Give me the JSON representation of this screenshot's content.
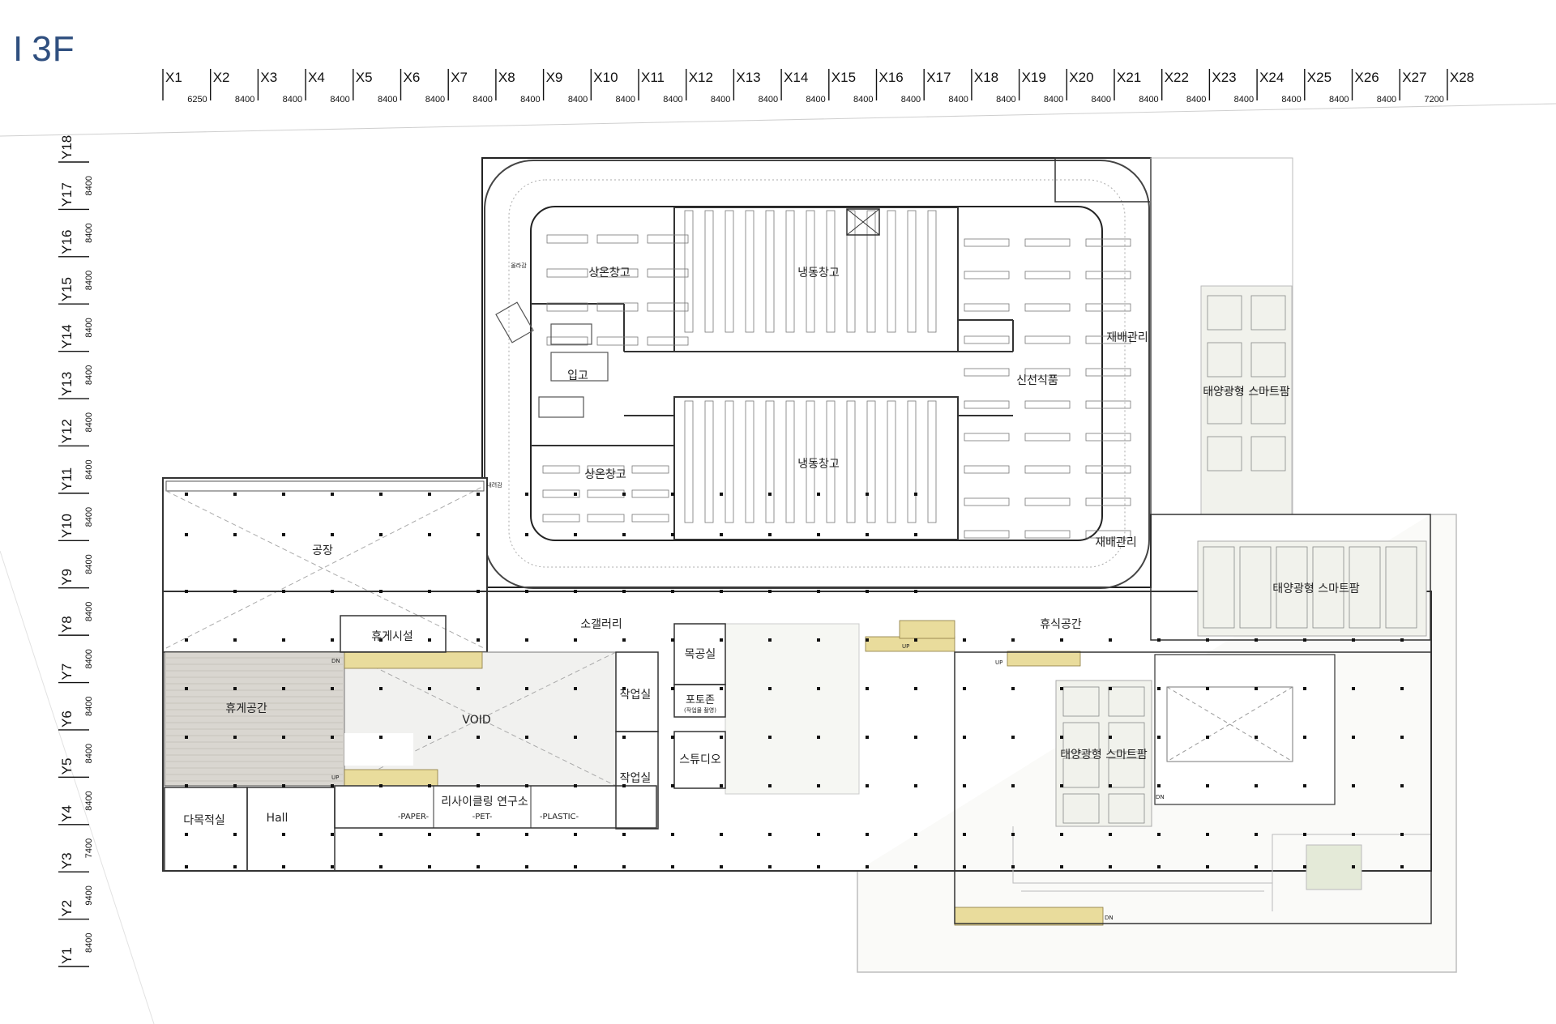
{
  "floor_label": "3F",
  "x_axes": [
    "X1",
    "X2",
    "X3",
    "X4",
    "X5",
    "X6",
    "X7",
    "X8",
    "X9",
    "X10",
    "X11",
    "X12",
    "X13",
    "X14",
    "X15",
    "X16",
    "X17",
    "X18",
    "X19",
    "X20",
    "X21",
    "X22",
    "X23",
    "X24",
    "X25",
    "X26",
    "X27",
    "X28"
  ],
  "x_spacings": [
    "6250",
    "8400",
    "8400",
    "8400",
    "8400",
    "8400",
    "8400",
    "8400",
    "8400",
    "8400",
    "8400",
    "8400",
    "8400",
    "8400",
    "8400",
    "8400",
    "8400",
    "8400",
    "8400",
    "8400",
    "8400",
    "8400",
    "8400",
    "8400",
    "8400",
    "8400",
    "7200"
  ],
  "y_axes": [
    "Y1",
    "Y2",
    "Y3",
    "Y4",
    "Y5",
    "Y6",
    "Y7",
    "Y8",
    "Y9",
    "Y10",
    "Y11",
    "Y12",
    "Y13",
    "Y14",
    "Y15",
    "Y16",
    "Y17",
    "Y18"
  ],
  "y_spacings": [
    "8400",
    "9400",
    "7400",
    "8400",
    "8400",
    "8400",
    "8400",
    "8400",
    "8400",
    "8400",
    "8400",
    "8400",
    "8400",
    "8400",
    "8400",
    "8400",
    "8400"
  ],
  "rooms": {
    "room_temp_storage_1": "상온창고",
    "freezer_storage_1": "냉동창고",
    "inbound": "입고",
    "room_temp_storage_2": "상온창고",
    "freezer_storage_2": "냉동창고",
    "cultivation_mgmt_1": "재배관리",
    "fresh_food": "신선식품",
    "cultivation_mgmt_2": "재배관리",
    "solar_farm_1": "태양광형 스마트팜",
    "solar_farm_2": "태양광형 스마트팜",
    "solar_farm_3": "태양광형 스마트팜",
    "factory": "공장",
    "rest_facility": "휴게시설",
    "small_gallery": "소갤러리",
    "rest_space_2": "휴식공간",
    "rest_space_1": "휴게공간",
    "void": "VOID",
    "workroom_1": "작업실",
    "woodshop": "목공실",
    "photozone": "포토존",
    "photozone_sub": "(작업물 촬영)",
    "studio": "스튜디오",
    "workroom_2": "작업실",
    "multipurpose": "다목적실",
    "hall": "Hall",
    "recycling_lab": "리사이클링 연구소",
    "paper": "-PAPER-",
    "pet": "-PET-",
    "plastic": "-PLASTIC-",
    "up_ramp": "올라감",
    "down_ramp": "내려감",
    "up": "UP",
    "dn": "DN"
  },
  "colors": {
    "title": "#2f4f7f",
    "stair": "#e9dc9c",
    "deck": "#d9d6d0",
    "farm": "#eef0e6",
    "void": "#f1f1ef",
    "line": "#333333"
  }
}
